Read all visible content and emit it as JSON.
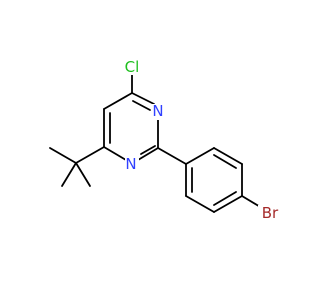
{
  "molecule": {
    "atoms": {
      "cl": {
        "symbol": "Cl",
        "color": "#1fbf1f"
      },
      "n3": {
        "symbol": "N",
        "color": "#3040ff"
      },
      "n1": {
        "symbol": "N",
        "color": "#3040ff"
      },
      "br": {
        "symbol": "Br",
        "color": "#a52a2a"
      }
    }
  }
}
